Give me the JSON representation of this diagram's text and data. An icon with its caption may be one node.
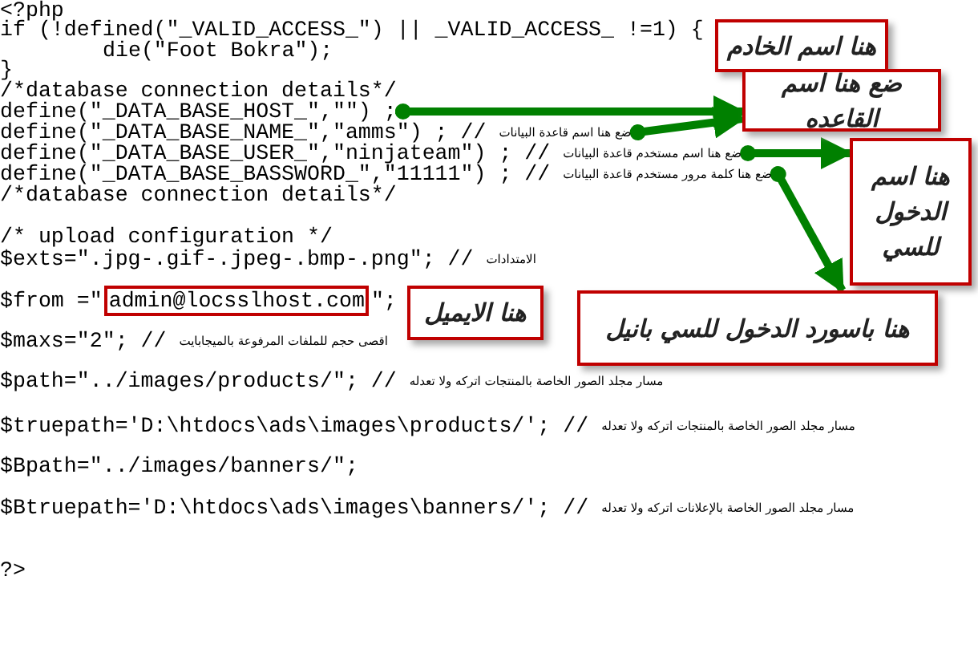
{
  "diagram": {
    "nodes": [
      {
        "text": [
          "هنا اسم الخادم"
        ]
      },
      {
        "text": [
          "ضع هنا اسم القاعده"
        ]
      },
      {
        "text": [
          "هنا اسم الدخول للسي"
        ]
      },
      {
        "text": [
          "هنا باسورد الدخول للسي بانيل"
        ]
      },
      {
        "text": [
          "هنا الايميل"
        ]
      },
      {
        "text": [
          "admin@locsslhost.com"
        ]
      },
      {
        "text": [
          "define(\"_DATA_BASE_HOST_\",\"\") ;"
        ]
      },
      {
        "text": [
          "ضع هنا اسم قاعدة البيانات",
          "define(\"_DATA_BASE_NAME_\",\"amms\") ; //"
        ]
      },
      {
        "text": [
          "ضع هنا اسم مستخدم قاعدة البيانات",
          "define(\"_DATA_BASE_USER_\",\"ninjateam\") ; //"
        ]
      },
      {
        "text": [
          "ضع هنا كلمة مرور مستخدم قاعدة البيانات",
          "define(\"_DATA_BASE_BASSWORD_\",\"11111\") ; //"
        ]
      }
    ],
    "edges": [
      {
        "from": 6,
        "to": 1,
        "arrow": "to"
      },
      {
        "from": 7,
        "to": 1,
        "arrow": "to"
      },
      {
        "from": 8,
        "to": 2,
        "arrow": "to"
      },
      {
        "from": 9,
        "to": 3,
        "arrow": "to"
      }
    ],
    "labels": [
      "<?php",
      "if (!defined(\"_VALID_ACCESS_\") || _VALID_ACCESS_ !=1) {",
      "die(\"Foot Bokra\");",
      "}",
      "/*database connection details*/",
      "/*database connection details*/",
      "/* upload configuration */",
      "$exts=\".jpg-.gif-.jpeg-.bmp-.png\"; //",
      "الامتدادات",
      "$from =\"",
      "\";",
      "$maxs=\"2\"; //",
      "اقصى حجم للملفات المرفوعة بالميجابايت",
      "$path=\"../images/products/\"; //",
      "مسار مجلد الصور الخاصة بالمنتجات اتركه ولا تعدله",
      "$truepath='D:\\htdocs\\ads\\images\\products/'; //",
      "مسار مجلد الصور الخاصة بالمنتجات اتركه ولا تعدله",
      "$Bpath=\"../images/banners/\";",
      "$Btruepath='D:\\htdocs\\ads\\images\\banners/'; //",
      "مسار مجلد الصور الخاصة بالإعلانات اتركه ولا تعدله",
      "?>"
    ]
  }
}
